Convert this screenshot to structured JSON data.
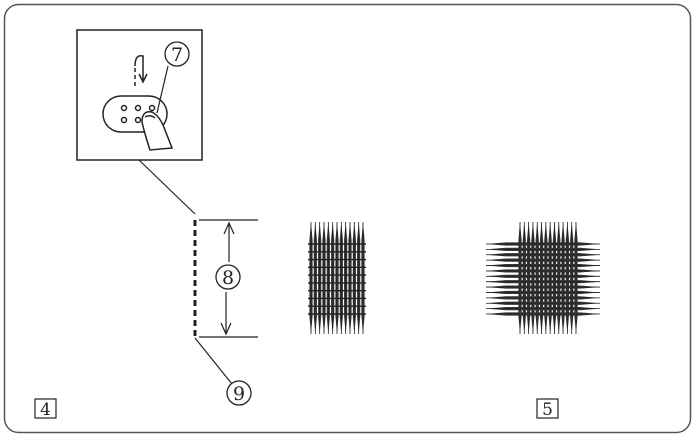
{
  "labels": {
    "step_a": "4",
    "step_b": "5",
    "callout_7": "7",
    "callout_8": "8",
    "callout_9": "9"
  },
  "colors": {
    "ink": "#222222",
    "frame": "#555555",
    "background": "#ffffff"
  }
}
